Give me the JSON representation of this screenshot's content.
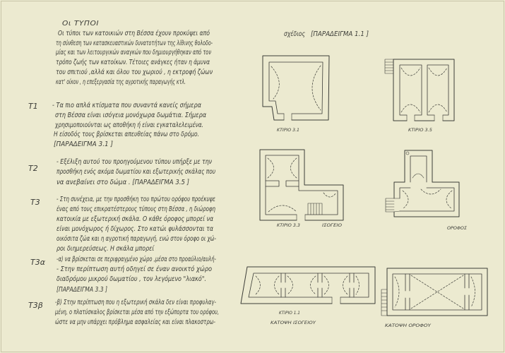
{
  "colors": {
    "paper": "#ecead0",
    "ink": "#3c3d38"
  },
  "heading": "Οι ΤΥΠΟΙ",
  "intro": [
    "Οι τύποι των κατοικιών στη Βέσσα έχουν προκύψει από",
    "τη σύνθεση των κατασκευαστικών δυνατοτήτων της λίθινης θολοδο-",
    "μίας και των λειτουργικών αναγκών που δημιουργήθηκαν από τον",
    "τρόπο ζωής των κατοίκων. Τέτοιες ανάγκες ήταν η άμυνα",
    "του σπιτιού ,αλλά και όλου του χωριού , η εκτροφή ζώων",
    "κατ' οίκον , η επεξεργασία της αγροτικής παραγωγής κτλ."
  ],
  "types": [
    {
      "label": "T1",
      "lines": [
        "- Τα πιο απλά κτίσματα που συναντά κανείς σήμερα",
        "στη Βέσσα είναι ισόγεια μονόχωρα δωμάτια. Σήμερα",
        "χρησιμοποιούνται ως αποθήκη ή είναι εγκαταλελειμένα.",
        "Η είσοδός τους βρίσκεται απευθείας πάνω στο δρόμο.",
        "[ΠΑΡΑΔΕΙΓΜΑ 3.1 ]"
      ]
    },
    {
      "label": "T2",
      "lines": [
        "- Εξέλιξη αυτού του προηγούμενου τύπου υπήρξε με την",
        "προσθήκη ενός ακόμα δωματίου και εξωτερικής σκάλας που",
        "να ανεβαίνει στο δώμα . [ΠΑΡΑΔΕΙΓΜΑ 3.5 ]"
      ]
    },
    {
      "label": "T3",
      "lines": [
        "- Στη συνέχεια, με την προσθήκη του πρώτου ορόφου προέκυψε",
        "ένας από τους επικρατέστερους τύπους στη Βέσσα , η διώροφη",
        "κατοικία με εξωτερική σκάλα. Ο κάθε όροφος μπορεί να",
        "είναι μονόχωρος ή δίχωρος. Στο κατώι φυλάσσονται τα",
        "οικόσιτα ζώα και η αγροτική παραγωγή, ενώ στον όροφο οι χώ-",
        "ροι διημερεύσεως. Η σκάλα μπορεί"
      ]
    },
    {
      "label": "T3α",
      "lines": [
        "-α) να βρίσκεται σε περιφραγμένο χώρο ,μέσα στο προαύλιο/αυλή-",
        "- Στην περίπτωση αυτή οδηγεί σε έναν ανοικτό χώρο",
        "διαδρόμου μικρού δωματίου , τον λεγόμενο \"λιακό\".",
        "[ΠΑΡΑΔΕΙΓΜΑ 3.3 ]"
      ]
    },
    {
      "label": "T3β",
      "lines": [
        "-β) Στην περίπτωση που η εξωτερική σκάλα δεν είναι προφυλαγ-",
        "μένη, ο πλατύσκαλος βρίσκεται μέσα από την εξώπορτα του ορόφου,",
        "ώστε να μην υπάρχει πρόβλημα ασφαλείας και είναι πλακοστρω-"
      ]
    }
  ],
  "plans": {
    "sheet_word": "σχέδιος",
    "sheet_example": "[ΠΑΡΑΔΕΙΓΜΑ 1.1 ]",
    "building_3_1": "ΚΤΙΡΙΟ 3.1",
    "building_3_5": "ΚΤΙΡΙΟ 3.5",
    "building_3_3": "ΚΤΙΡΙΟ 3.3",
    "ground_floor": "ΙΣΟΓΕΙΟ",
    "upper_floor": "ΟΡΟΦΟΣ",
    "building_1_1": "ΚΤΙΡΙΟ 1.1",
    "ground_floor_plan": "ΚΑΤΟΨΗ ΙΣΟΓΕΙΟΥ",
    "upper_floor_plan": "ΚΑΤΟΨΗ ΟΡΟΦΟΥ"
  }
}
